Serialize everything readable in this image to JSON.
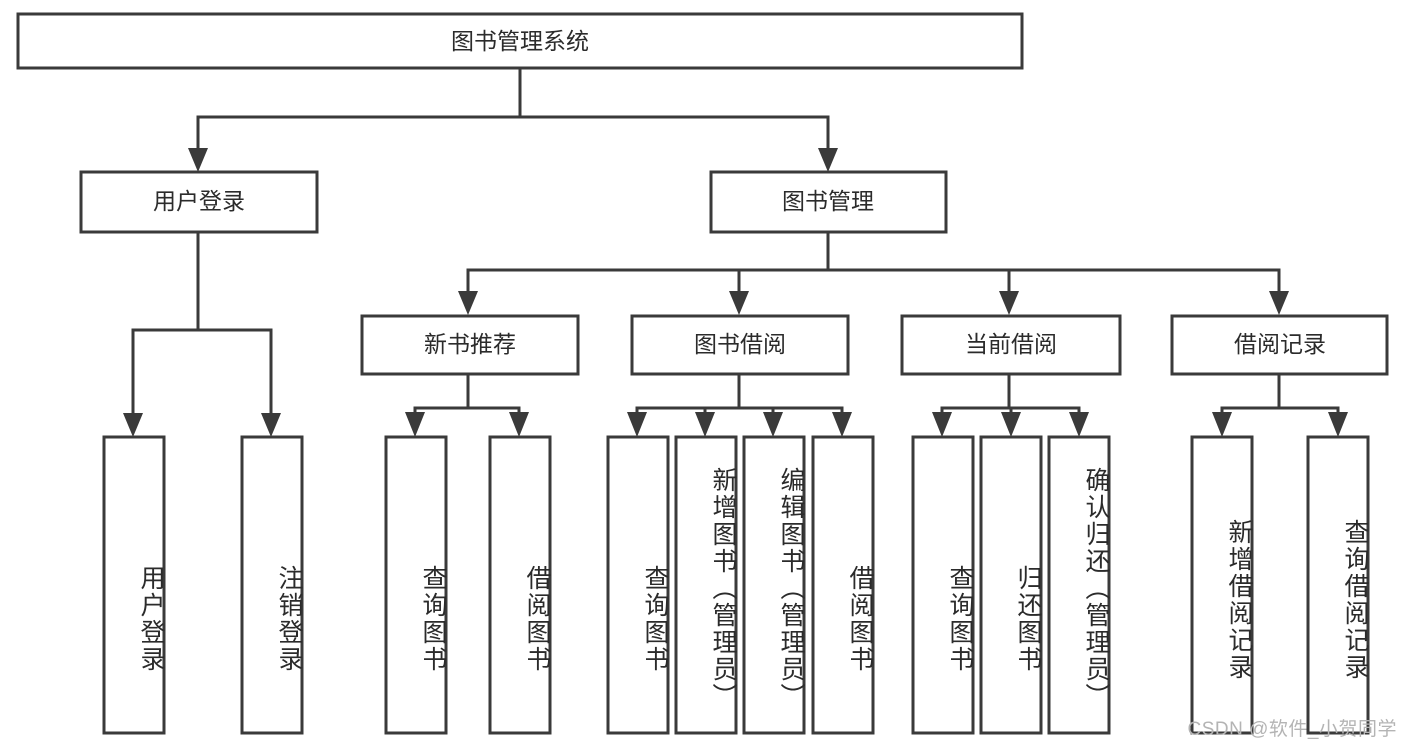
{
  "diagram": {
    "type": "tree",
    "title": "图书管理系统",
    "watermark": "CSDN @软件_小贺同学",
    "root": {
      "label": "图书管理系统"
    },
    "level2": [
      {
        "label": "用户登录"
      },
      {
        "label": "图书管理"
      }
    ],
    "level3": [
      {
        "label": "新书推荐"
      },
      {
        "label": "图书借阅"
      },
      {
        "label": "当前借阅"
      },
      {
        "label": "借阅记录"
      }
    ],
    "leaves": {
      "user_login": [
        {
          "label": "用户登录"
        },
        {
          "label": "注销登录"
        }
      ],
      "new_book_recommend": [
        {
          "label": "查询图书"
        },
        {
          "label": "借阅图书"
        }
      ],
      "book_borrow": [
        {
          "label": "查询图书"
        },
        {
          "label": "新增图书（管理员）"
        },
        {
          "label": "编辑图书（管理员）"
        },
        {
          "label": "借阅图书"
        }
      ],
      "current_borrow": [
        {
          "label": "查询图书"
        },
        {
          "label": "归还图书"
        },
        {
          "label": "确认归还（管理员）"
        }
      ],
      "borrow_record": [
        {
          "label": "新增借阅记录"
        },
        {
          "label": "查询借阅记录"
        }
      ]
    },
    "colors": {
      "box_stroke": "#3a3a3a",
      "box_fill": "#ffffff",
      "text": "#2b2b2b",
      "watermark": "#b4b4b4",
      "background": "#ffffff"
    }
  }
}
